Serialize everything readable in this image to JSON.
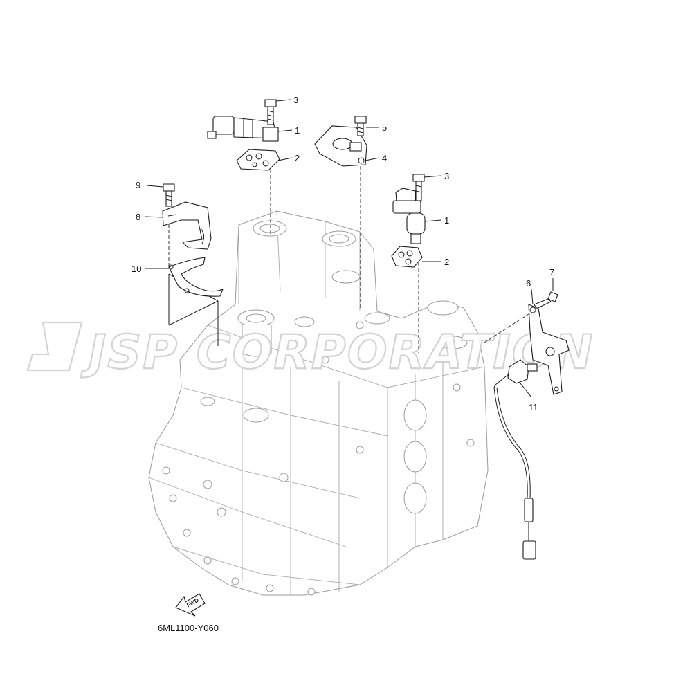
{
  "diagram_code": "6ML1100-Y060",
  "watermark": "JSP CORPORATION",
  "fwd_label": "FWD",
  "callouts": [
    {
      "id": "c3a",
      "label": "3"
    },
    {
      "id": "c1a",
      "label": "1"
    },
    {
      "id": "c2a",
      "label": "2"
    },
    {
      "id": "c5",
      "label": "5"
    },
    {
      "id": "c4",
      "label": "4"
    },
    {
      "id": "c3b",
      "label": "3"
    },
    {
      "id": "c1b",
      "label": "1"
    },
    {
      "id": "c2b",
      "label": "2"
    },
    {
      "id": "c9",
      "label": "9"
    },
    {
      "id": "c8",
      "label": "8"
    },
    {
      "id": "c10",
      "label": "10"
    },
    {
      "id": "c7",
      "label": "7"
    },
    {
      "id": "c6",
      "label": "6"
    },
    {
      "id": "c11",
      "label": "11"
    }
  ]
}
